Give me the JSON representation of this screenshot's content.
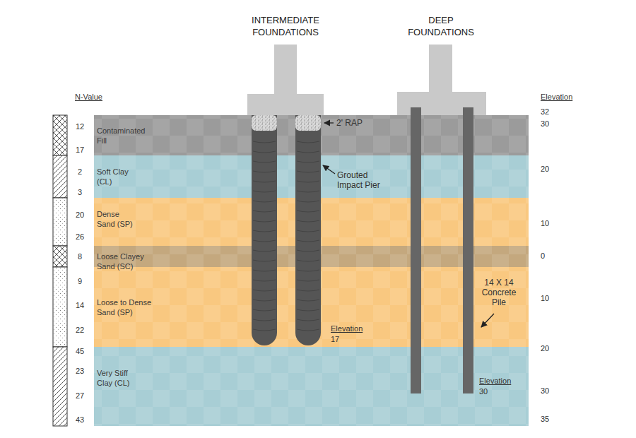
{
  "diagram": {
    "nodes": [
      {
        "text": [
          "Contaminated Fill"
        ]
      },
      {
        "text": [
          "Soft Clay (CL)"
        ]
      },
      {
        "text": [
          "Dense Sand (SP)"
        ]
      },
      {
        "text": [
          "Loose Clayey Sand (SC)"
        ]
      },
      {
        "text": [
          "Loose to Dense Sand (SP)"
        ]
      },
      {
        "text": [
          "Very Stiff Clay (CL)"
        ]
      }
    ],
    "labels": [
      "INTERMEDIATE FOUNDATIONS",
      "DEEP FOUNDATIONS",
      "N-Value",
      "Elevation",
      "12",
      "17",
      "2",
      "3",
      "20",
      "26",
      "8",
      "9",
      "14",
      "22",
      "45",
      "23",
      "27",
      "43",
      "32",
      "30",
      "20",
      "10",
      "0",
      "10",
      "20",
      "30",
      "35",
      "2' RAP",
      "Grouted Impact Pier",
      "Elevation",
      "17",
      "14 X 14 Concrete Pile",
      "Elevation",
      "30"
    ]
  }
}
